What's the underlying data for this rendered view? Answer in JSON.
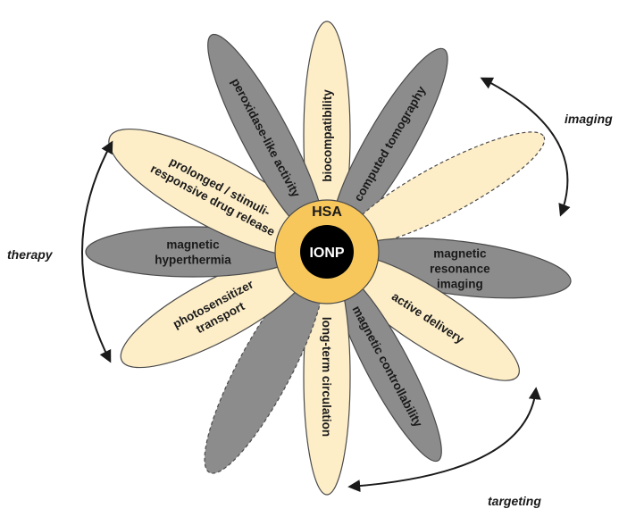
{
  "colors": {
    "light_petal": "#fdeec8",
    "grey_petal": "#8c8c8c",
    "outline": "#4a4a4a",
    "hsa_ring": "#f7c75c",
    "ionp_core": "#000000",
    "ionp_text": "#ffffff",
    "text": "#1a1a1a"
  },
  "center": {
    "outer_label": "HSA",
    "inner_label": "IONP"
  },
  "petals": {
    "biocompatibility": [
      "biocompatibility"
    ],
    "computed_tomography": [
      "computed tomography"
    ],
    "empty_top_right": [],
    "magnetic_resonance_imaging": [
      "magnetic",
      "resonance",
      "imaging"
    ],
    "active_delivery": [
      "active delivery"
    ],
    "magnetic_controllability": [
      "magnetic controllability"
    ],
    "long_term_circulation": [
      "long-term circulation"
    ],
    "empty_bottom_left": [],
    "photosensitizer_transport": [
      "photosensitizer",
      "transport"
    ],
    "magnetic_hyperthermia": [
      "magnetic",
      "hyperthermia"
    ],
    "drug_release": [
      "prolonged / stimuli-",
      "responsive drug release"
    ],
    "peroxidase_like_activity": [
      "peroxidase-like activity"
    ]
  },
  "groups": {
    "imaging": "imaging",
    "therapy": "therapy",
    "targeting": "targeting"
  }
}
